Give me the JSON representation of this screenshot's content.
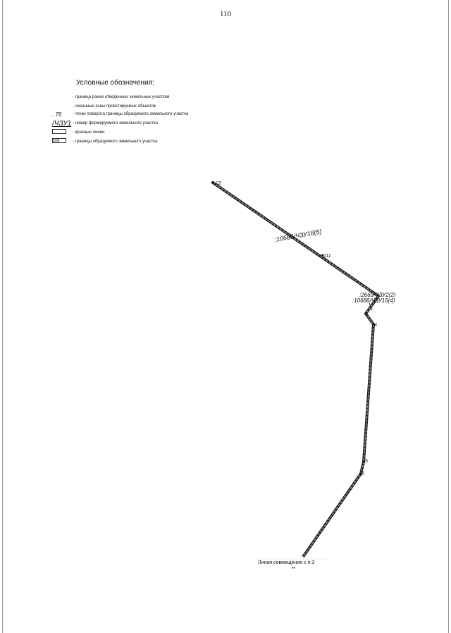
{
  "page_number": "110",
  "legend": {
    "title": "Условные обозначения:",
    "items": [
      {
        "key": "prior_boundary",
        "label": "- граница ранее отведенных земельных участков"
      },
      {
        "key": "protection_zones",
        "label": "- охранные зоны проектируемых объектов"
      },
      {
        "key": "turn_points",
        "label": "- точки поворота границы образуемого земельного участка",
        "sample": "76"
      },
      {
        "key": "plot_number",
        "label": "- номер формируемого земельного участка",
        "sample": "/ЧЗУ1"
      },
      {
        "key": "red_lines",
        "label": "- красные линии"
      },
      {
        "key": "plot_boundaries",
        "label": "- границы образуемого земельного участка"
      }
    ]
  },
  "map": {
    "labels": {
      "start_point": "22",
      "plot_a": ":10686/ЧЗУ18(5)",
      "point_a": "111",
      "plot_b": ":2669/ЧЗУ2(2)",
      "plot_c": ":10686/ЧЗУ16(4)",
      "point_b": "4",
      "point_c": "5",
      "point_d": "6"
    },
    "colors": {
      "line": "#222222",
      "fill": "#9a9a9a"
    }
  },
  "bottom_caption": "Линия совмещения с л.3",
  "bottom_dots": "••"
}
